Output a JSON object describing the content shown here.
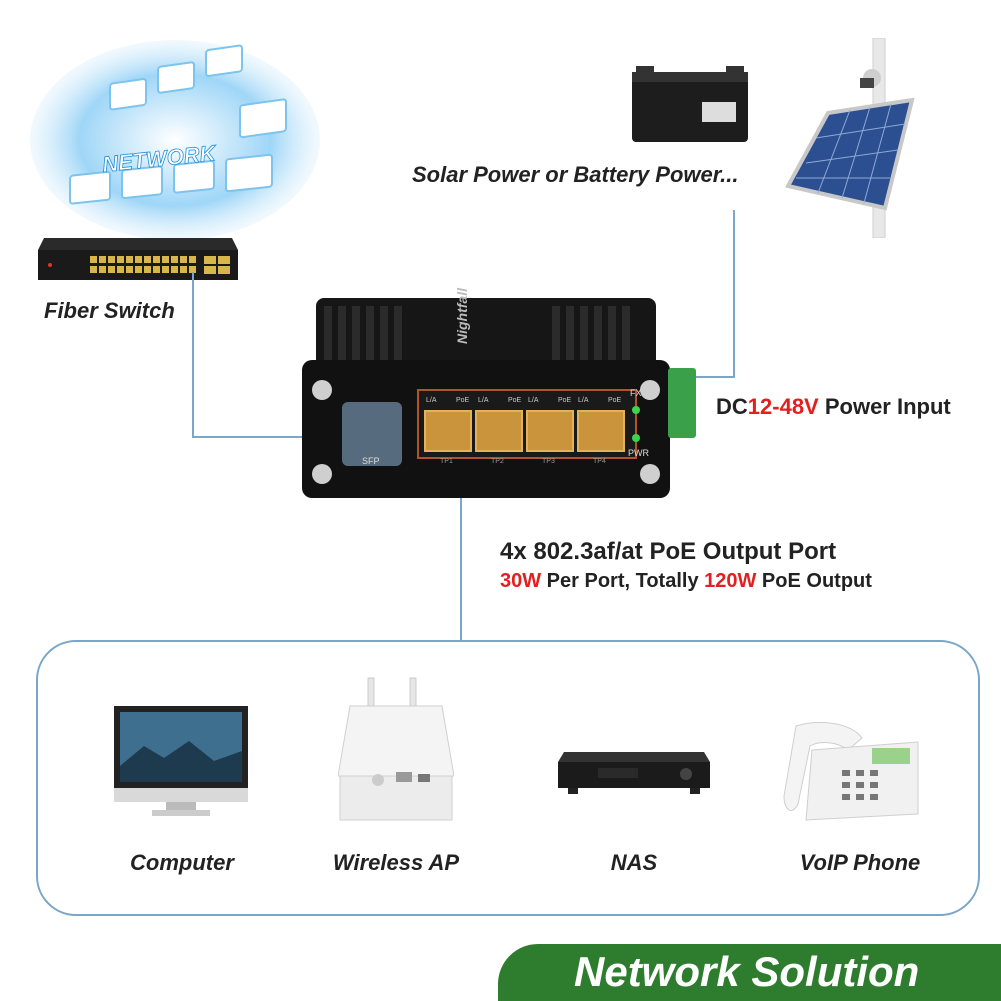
{
  "network_panel": {
    "text": "NETWORK"
  },
  "fiber_switch": {
    "label": "Fiber Switch"
  },
  "power_source": {
    "label": "Solar Power or Battery Power..."
  },
  "device": {
    "brand": "Nightfall",
    "sfp_label": "SFP",
    "fx_label": "FX",
    "pwr_label": "PWR",
    "port_top_labels": [
      "L/A",
      "PoE",
      "L/A",
      "PoE",
      "L/A",
      "PoE",
      "L/A",
      "PoE"
    ],
    "port_bottom_labels": [
      "TP1",
      "TP2",
      "TP3",
      "TP4"
    ]
  },
  "power_input": {
    "prefix": "DC",
    "range": "12-48V",
    "suffix": " Power Input"
  },
  "poe_output": {
    "line1": "4x 802.3af/at PoE Output Port",
    "per_port": "30W",
    "mid": " Per Port, Totally ",
    "total": "120W",
    "end": " PoE Output"
  },
  "endpoints": [
    {
      "label": "Computer",
      "icon": "computer-icon"
    },
    {
      "label": "Wireless AP",
      "icon": "wireless-ap-icon"
    },
    {
      "label": "NAS",
      "icon": "nas-icon"
    },
    {
      "label": "VoIP Phone",
      "icon": "voip-phone-icon"
    }
  ],
  "banner": {
    "text": "Network Solution"
  },
  "colors": {
    "connector_line": "#7aa7c7",
    "accent_red": "#e1201f",
    "banner_green": "#2e7d2e"
  }
}
